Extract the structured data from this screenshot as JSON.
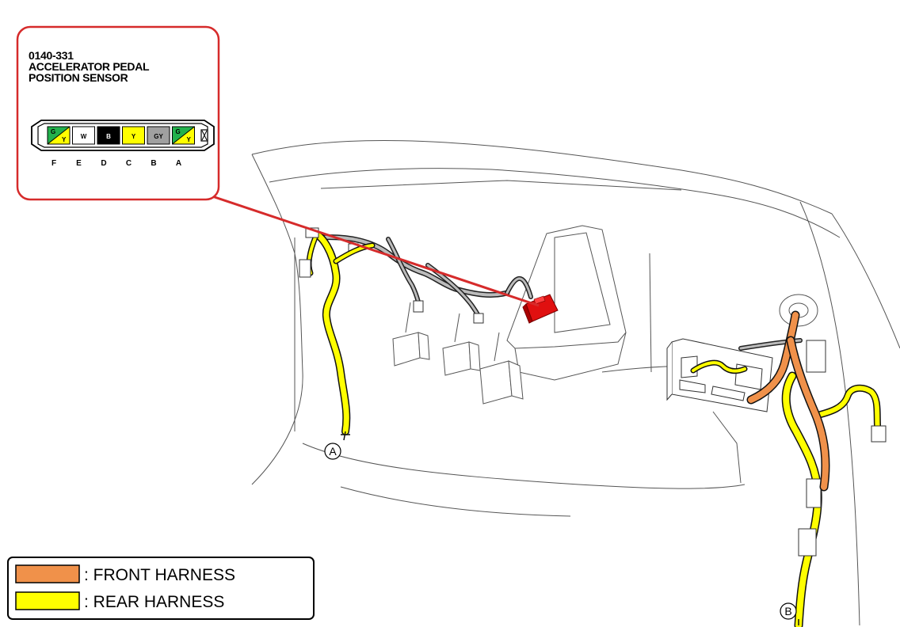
{
  "connector_box": {
    "code": "0140-331",
    "title_line1": "ACCELERATOR PEDAL",
    "title_line2": "POSITION SENSOR",
    "pins": [
      {
        "letter": "F",
        "top": "G",
        "bottom": "Y",
        "colors": [
          "#22b14c",
          "#ffff00"
        ],
        "split": true
      },
      {
        "letter": "E",
        "label": "W",
        "color": "#ffffff",
        "text_color": "#000000"
      },
      {
        "letter": "D",
        "label": "B",
        "color": "#000000",
        "text_color": "#ffffff"
      },
      {
        "letter": "C",
        "label": "Y",
        "color": "#ffff00",
        "text_color": "#000000"
      },
      {
        "letter": "B",
        "label": "GY",
        "color": "#a0a0a0",
        "text_color": "#000000"
      },
      {
        "letter": "A",
        "top": "G",
        "bottom": "Y",
        "colors": [
          "#22b14c",
          "#ffff00"
        ],
        "split": true
      }
    ],
    "border_color": "#d62b2b"
  },
  "callouts": {
    "a": "A",
    "b": "B"
  },
  "legend": {
    "front_label": ": FRONT HARNESS",
    "front_color": "#f0914a",
    "rear_label": ": REAR HARNESS",
    "rear_color": "#ffff00"
  },
  "highlight": {
    "sensor_color": "#e01010",
    "leader_color": "#d62b2b"
  }
}
